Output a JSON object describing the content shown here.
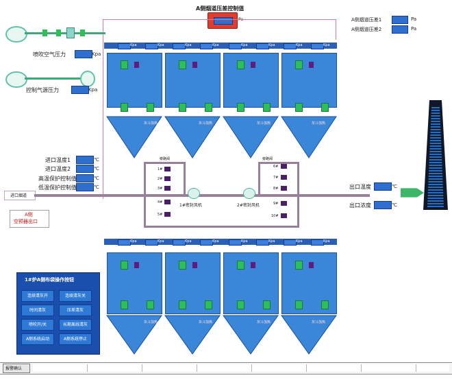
{
  "top": {
    "title": "A侧烟道压差控制值",
    "diff1_label": "A侧烟道压差1",
    "diff2_label": "A侧烟道压差2",
    "unit_pa": "Pa"
  },
  "left_panel": {
    "blow_air_label": "喷吹空气压力",
    "control_gas_label": "控制气源压力",
    "unit_kpa": "Kpa",
    "inlet_temp1": "进口温度1",
    "inlet_temp2": "进口温度2",
    "high_temp_ctrl": "高温保护控制值",
    "low_temp_ctrl": "低温保护控制值",
    "unit_c": "℃",
    "inlet_flue": "进口烟道",
    "side_a": "A侧",
    "preheater_outlet": "空预器出口"
  },
  "middle": {
    "bypass_valve": "旁路阀",
    "fan1": "1#密封风机",
    "fan2": "2#密封风机",
    "valves_left": [
      "1#",
      "2#",
      "3#",
      "4#",
      "5#"
    ],
    "valves_right": [
      "6#",
      "7#",
      "8#",
      "9#",
      "10#"
    ],
    "kpa": "Kpa"
  },
  "right_panel": {
    "outlet_temp": "出口温度",
    "outlet_conc": "出口浓度",
    "unit_c": "℃"
  },
  "control_panel": {
    "title": "1#炉A侧布袋操作按钮",
    "buttons": [
      "连续清灰开",
      "连续清灰关",
      "时间清灰",
      "压差清灰",
      "喷吹开/关",
      "长期离线清灰",
      "A侧系统启动",
      "A侧系统停止"
    ]
  },
  "hopper_label": "灰斗加热",
  "footer": {
    "alarm_label": "报警确认"
  },
  "colors": {
    "module_blue": "#3a86d8",
    "pipe": "#9a7f9a",
    "valve_green": "#2fbf5a",
    "alarm_red": "#e33b2e"
  }
}
